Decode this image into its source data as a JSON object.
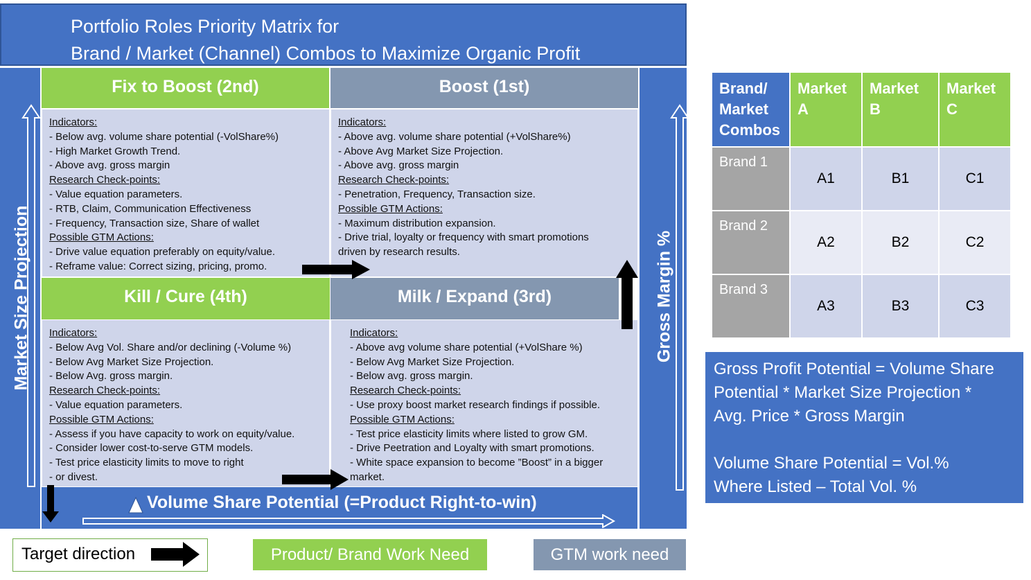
{
  "title": {
    "line1": "Portfolio Roles Priority Matrix for",
    "line2": "Brand / Market (Channel) Combos to Maximize Organic Profit"
  },
  "axes": {
    "left": "Market Size Projection",
    "right": "Gross Margin %",
    "bottom": "Volume Share Potential (=Product Right-to-win)"
  },
  "quadrants": [
    {
      "title": "Fix to Boost (2nd)",
      "color": "#92d050",
      "lines": [
        {
          "t": "Indicators:",
          "u": true
        },
        {
          "t": "- Below avg. volume share potential (-VolShare%)"
        },
        {
          "t": "- High Market Growth Trend."
        },
        {
          "t": "- Above avg. gross margin"
        },
        {
          "t": "Research Check-points:",
          "u": true
        },
        {
          "t": "- Value equation parameters."
        },
        {
          "t": "- RTB, Claim, Communication Effectiveness"
        },
        {
          "t": "- Frequency, Transaction size, Share of wallet"
        },
        {
          "t": "Possible GTM Actions:",
          "u": true
        },
        {
          "t": "- Drive value equation preferably on equity/value."
        },
        {
          "t": "- Reframe value: Correct sizing, pricing, promo."
        }
      ]
    },
    {
      "title": "Boost (1st)",
      "color": "#8497b0",
      "lines": [
        {
          "t": "Indicators:",
          "u": true
        },
        {
          "t": "- Above avg. volume share potential (+VolShare%)"
        },
        {
          "t": "- Above Avg Market Size Projection."
        },
        {
          "t": "- Above avg. gross margin"
        },
        {
          "t": "Research Check-points:",
          "u": true
        },
        {
          "t": "- Penetration, Frequency, Transaction size."
        },
        {
          "t": "Possible GTM Actions:",
          "u": true
        },
        {
          "t": "- Maximum distribution expansion."
        },
        {
          "t": "- Drive trial, loyalty or frequency with smart promotions"
        },
        {
          "t": "driven by research results."
        }
      ]
    },
    {
      "title": "Kill / Cure (4th)",
      "color": "#92d050",
      "lines": [
        {
          "t": "Indicators:",
          "u": true
        },
        {
          "t": "- Below Avg Vol. Share and/or declining (-Volume %)"
        },
        {
          "t": "- Below Avg Market Size Projection."
        },
        {
          "t": "- Below Avg. gross margin."
        },
        {
          "t": "Research Check-points:",
          "u": true
        },
        {
          "t": "- Value equation parameters."
        },
        {
          "t": "Possible GTM Actions:",
          "u": true
        },
        {
          "t": "- Assess if you have capacity to work on equity/value."
        },
        {
          "t": "- Consider lower cost-to-serve GTM models."
        },
        {
          "t": "- Test price elasticity limits to move to right"
        },
        {
          "t": "- or divest."
        }
      ]
    },
    {
      "title": "Milk / Expand (3rd)",
      "color": "#8497b0",
      "lines": [
        {
          "t": "Indicators:",
          "u": true
        },
        {
          "t": "- Above avg volume share potential (+VolShare %)"
        },
        {
          "t": "- Below Avg Market Size Projection."
        },
        {
          "t": "- Below avg. gross margin."
        },
        {
          "t": "Research Check-points:",
          "u": true
        },
        {
          "t": "-  Use proxy boost market research findings if possible."
        },
        {
          "t": "Possible GTM Actions:",
          "u": true
        },
        {
          "t": "- Test price elasticity limits where listed to grow GM."
        },
        {
          "t": "- Drive Peetration and Loyalty with smart promotions."
        },
        {
          "t": "- White space expansion to become ”Boost” in a bigger"
        },
        {
          "t": "market."
        }
      ]
    }
  ],
  "matrix": {
    "corner": [
      "Brand/",
      "Market",
      "Combos"
    ],
    "columns": [
      [
        "Market",
        "A"
      ],
      [
        "Market",
        "B"
      ],
      [
        "Market",
        "C"
      ]
    ],
    "rows": [
      {
        "brand": "Brand 1",
        "cells": [
          "A1",
          "B1",
          "C1"
        ]
      },
      {
        "brand": "Brand 2",
        "cells": [
          "A2",
          "B2",
          "C2"
        ]
      },
      {
        "brand": "Brand 3",
        "cells": [
          "A3",
          "B3",
          "C3"
        ]
      }
    ]
  },
  "formula": {
    "lines": [
      "Gross Profit Potential = Volume Share",
      "Potential * Market Size Projection *",
      "Avg. Price * Gross Margin",
      "",
      "Volume Share Potential = Vol.%",
      "Where Listed – Total Vol. %"
    ]
  },
  "legend": {
    "target": "Target direction",
    "product": "Product/ Brand Work Need",
    "gtm": "GTM work need"
  },
  "colors": {
    "blue": "#4472c4",
    "green": "#92d050",
    "grey": "#8497b0",
    "quad_body": "#cfd5ea"
  }
}
